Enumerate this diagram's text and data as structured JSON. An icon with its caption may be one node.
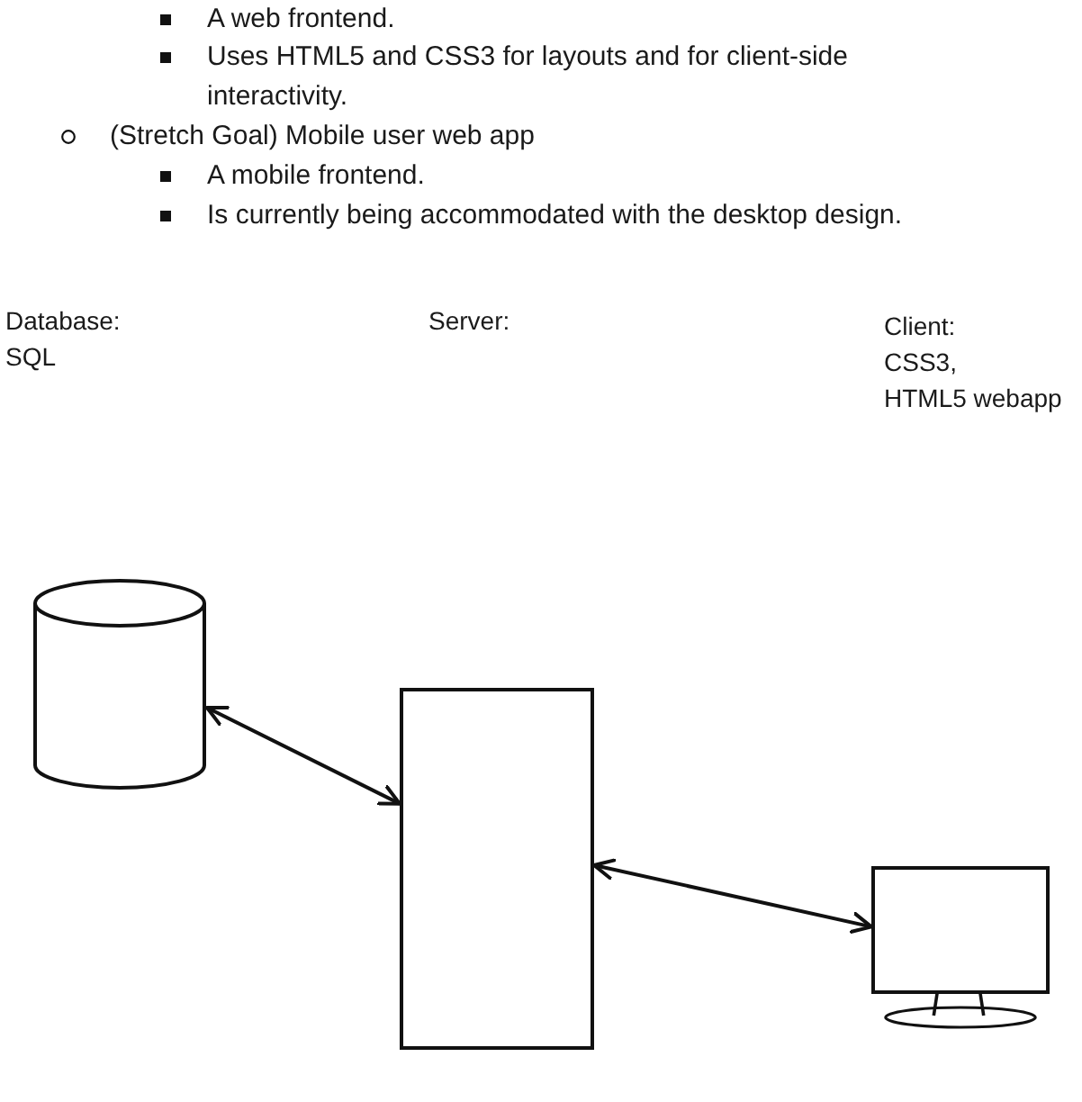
{
  "diagram": {
    "nodes": [
      {
        "text": [],
        "shape": "cylinder"
      },
      {
        "text": [],
        "shape": "box"
      },
      {
        "text": [],
        "shape": "monitor"
      }
    ],
    "edges": [
      {
        "from": 0,
        "to": 1,
        "arrow": "both"
      },
      {
        "from": 1,
        "to": 2,
        "arrow": "both"
      }
    ],
    "labels": [
      "A web frontend.",
      "Uses HTML5 and CSS3 for layouts and for client-side interactivity.",
      "(Stretch Goal) Mobile user web app",
      "A mobile frontend.",
      "Is currently being accommodated with the desktop design.",
      "Database:",
      "SQL",
      "Server:",
      "Client:",
      "CSS3,",
      "HTML5 webapp"
    ]
  }
}
